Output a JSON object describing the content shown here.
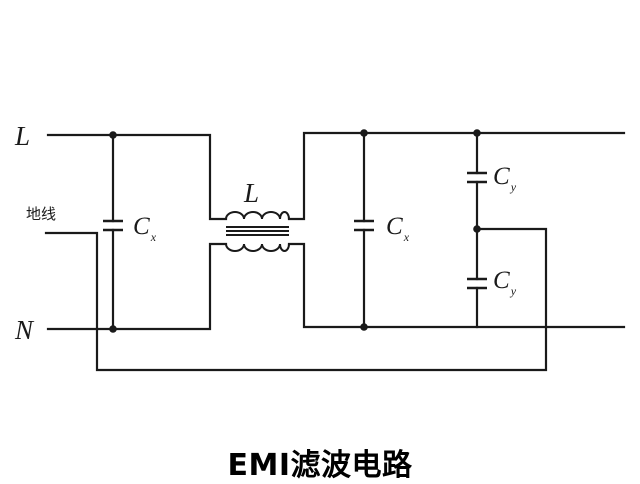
{
  "labels": {
    "line": "L",
    "neutral": "N",
    "ground": "地线",
    "inductor": "L",
    "cap_x_main": "C",
    "cap_x_sub": "x",
    "cap_y_main": "C",
    "cap_y_sub": "y"
  },
  "caption": "EMI滤波电路"
}
